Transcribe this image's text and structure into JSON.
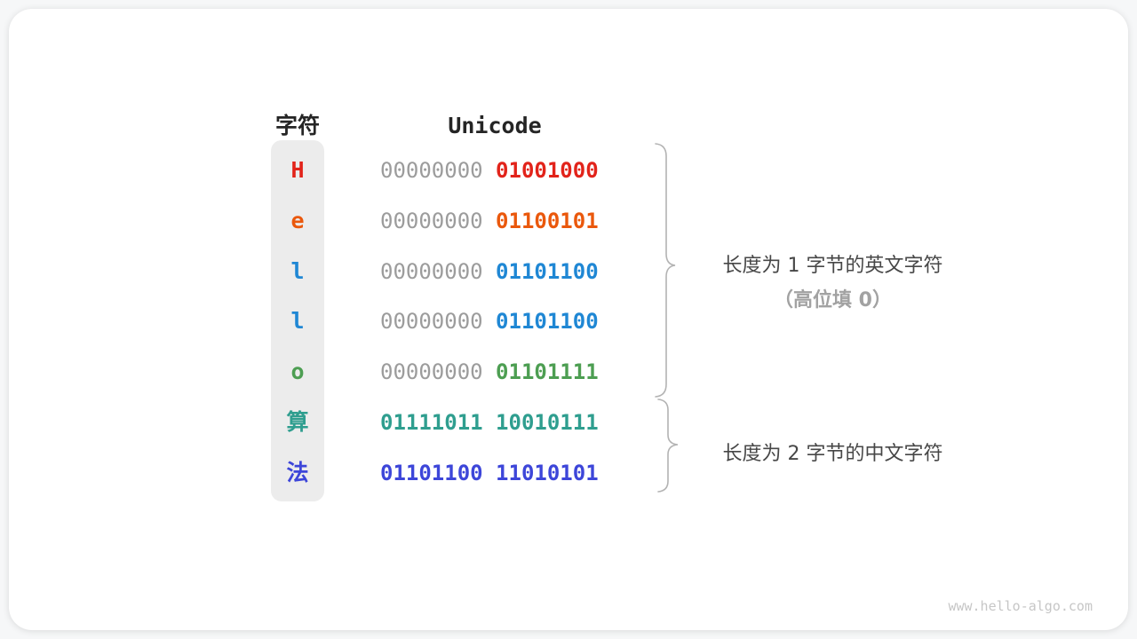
{
  "table": {
    "headers": {
      "char": "字符",
      "unicode": "Unicode"
    },
    "rows": [
      {
        "char": "H",
        "byte_high": "00000000",
        "byte_low": "01001000",
        "color": "#e2231a",
        "high_muted": true
      },
      {
        "char": "e",
        "byte_high": "00000000",
        "byte_low": "01100101",
        "color": "#ea580c",
        "high_muted": true
      },
      {
        "char": "l",
        "byte_high": "00000000",
        "byte_low": "01101100",
        "color": "#1f87d4",
        "high_muted": true
      },
      {
        "char": "l",
        "byte_high": "00000000",
        "byte_low": "01101100",
        "color": "#1f87d4",
        "high_muted": true
      },
      {
        "char": "o",
        "byte_high": "00000000",
        "byte_low": "01101111",
        "color": "#4d9e52",
        "high_muted": true
      },
      {
        "char": "算",
        "byte_high": "01111011",
        "byte_low": "10010111",
        "color": "#2f9e8f",
        "high_muted": false
      },
      {
        "char": "法",
        "byte_high": "01101100",
        "byte_low": "11010101",
        "color": "#3d46d9",
        "high_muted": false
      }
    ]
  },
  "annotations": {
    "ascii_group": {
      "line1": "长度为 1 字节的英文字符",
      "line2": "（高位填 0）"
    },
    "chinese_group": {
      "line1": "长度为 2 字节的中文字符"
    }
  },
  "watermark": "www.hello-algo.com",
  "colors": {
    "muted_byte": "#9c9c9c",
    "brace": "#b3b3b3",
    "column_bg": "#ececec",
    "card_bg": "#ffffff"
  }
}
